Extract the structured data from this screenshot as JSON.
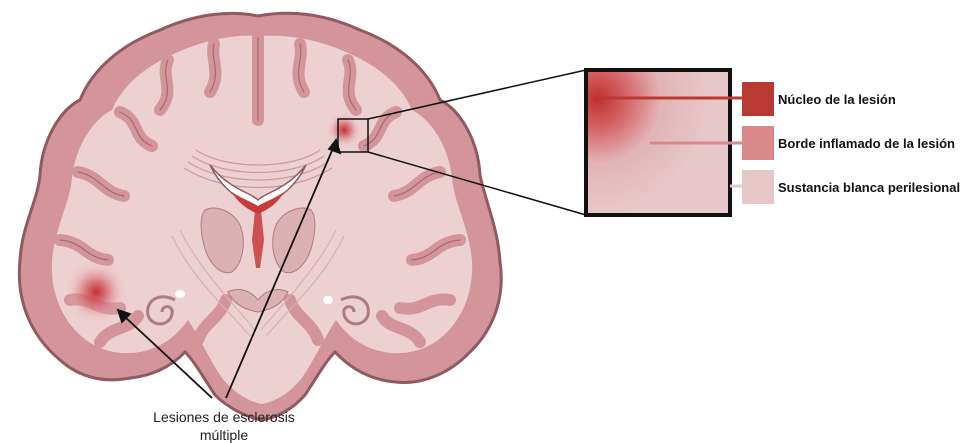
{
  "legend": {
    "items": [
      {
        "label": "Núcleo de la lesión",
        "color": "#b83a32"
      },
      {
        "label": "Borde inflamado de la lesión",
        "color": "#d98a88"
      },
      {
        "label": "Sustancia blanca perilesional",
        "color": "#e6c6c7"
      }
    ]
  },
  "caption": {
    "line1": "Lesiones de esclerosis",
    "line2": "múltiple"
  },
  "colors": {
    "cortex_fill": "#d3949b",
    "cortex_stroke": "#8f5a62",
    "white_matter": "#ecd0d2",
    "lesion_core": "#c23a34",
    "inset_border": "#111111"
  }
}
